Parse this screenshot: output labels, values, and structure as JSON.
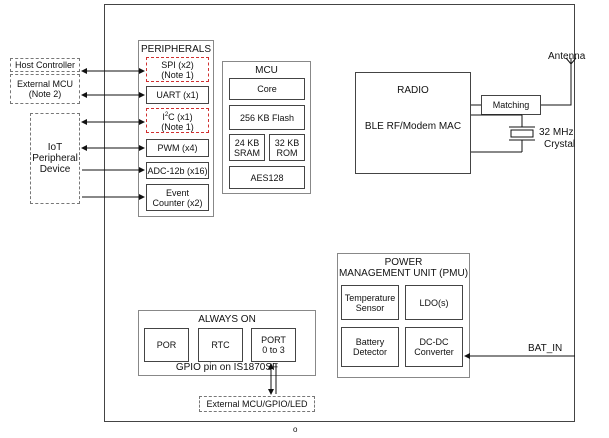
{
  "external": {
    "host_controller": "Host Controller",
    "external_mcu": [
      "External MCU",
      "(Note 2)"
    ],
    "iot_device": [
      "IoT",
      "Peripheral",
      "Device"
    ],
    "gpio_led": "External MCU/GPIO/LED"
  },
  "peripherals": {
    "title": "PERIPHERALS",
    "spi": [
      "SPI (x2)",
      "(Note 1)"
    ],
    "uart": "UART (x1)",
    "i2c_prefix": "I",
    "i2c_sup": "2",
    "i2c_suffix": "C (x1)",
    "i2c_note": "(Note 1)",
    "pwm": "PWM (x4)",
    "adc": "ADC-12b (x16)",
    "event_counter": [
      "Event",
      "Counter (x2)"
    ]
  },
  "mcu": {
    "title": "MCU",
    "core": "Core",
    "flash": "256 KB Flash",
    "sram": [
      "24 KB",
      "SRAM"
    ],
    "rom": [
      "32 KB",
      "ROM"
    ],
    "aes": "AES128"
  },
  "radio": {
    "title": "RADIO",
    "subtitle": "BLE RF/Modem MAC",
    "matching": "Matching",
    "antenna": "Antenna",
    "crystal": [
      "32 MHz",
      "Crystal"
    ]
  },
  "pmu": {
    "title": [
      "POWER",
      "MANAGEMENT UNIT (PMU)"
    ],
    "temp_sensor": [
      "Temperature",
      "Sensor"
    ],
    "ldo": "LDO(s)",
    "battery_detector": [
      "Battery",
      "Detector"
    ],
    "dcdc": [
      "DC-DC",
      "Converter"
    ],
    "bat_in": "BAT_IN"
  },
  "always_on": {
    "title": "ALWAYS ON",
    "por": "POR",
    "rtc": "RTC",
    "port": [
      "PORT",
      "0 to 3"
    ],
    "gpio_note": "GPIO pin on IS1870SF"
  },
  "footer_mark": "o"
}
